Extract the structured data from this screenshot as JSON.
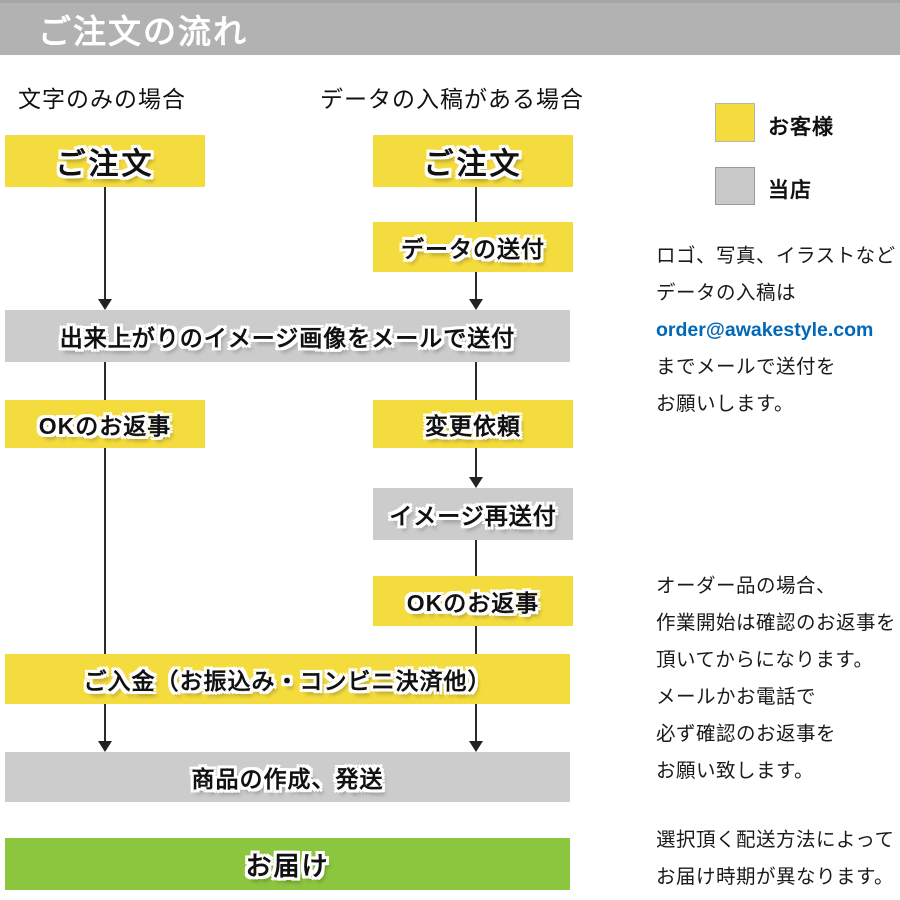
{
  "header": {
    "title": "ご注文の流れ"
  },
  "columns": {
    "left_label": "文字のみの場合",
    "right_label": "データの入稿がある場合"
  },
  "legend": {
    "customer_label": "お客様",
    "shop_label": "当店",
    "customer_color": "#f5dc3e",
    "shop_color": "#c9c9c9"
  },
  "flow": {
    "order_left": "ご注文",
    "order_right": "ご注文",
    "data_send": "データの送付",
    "image_mail": "出来上がりのイメージ画像をメールで送付",
    "ok_reply_left": "OKのお返事",
    "change_request": "変更依頼",
    "image_resend": "イメージ再送付",
    "ok_reply_right": "OKのお返事",
    "payment": "ご入金（お振込み・コンビニ決済他）",
    "production": "商品の作成、発送",
    "delivery": "お届け"
  },
  "colors": {
    "customer_box": "#f5dc3e",
    "shop_box": "#cccccc",
    "delivery_box": "#8cc63f",
    "header_bar": "#b2b2b2",
    "email_link": "#0068b7"
  },
  "notes": {
    "data_note": {
      "lines": [
        "ロゴ、写真、イラストなど",
        "データの入稿は",
        "order@awakestyle.com",
        "までメールで送付を",
        "お願いします。"
      ]
    },
    "order_note": {
      "lines": [
        "オーダー品の場合、",
        "作業開始は確認のお返事を",
        "頂いてからになります。",
        "メールかお電話で",
        "必ず確認のお返事を",
        "お願い致します。"
      ]
    },
    "delivery_note": {
      "lines": [
        "選択頂く配送方法によって",
        "お届け時期が異なります。"
      ]
    }
  }
}
